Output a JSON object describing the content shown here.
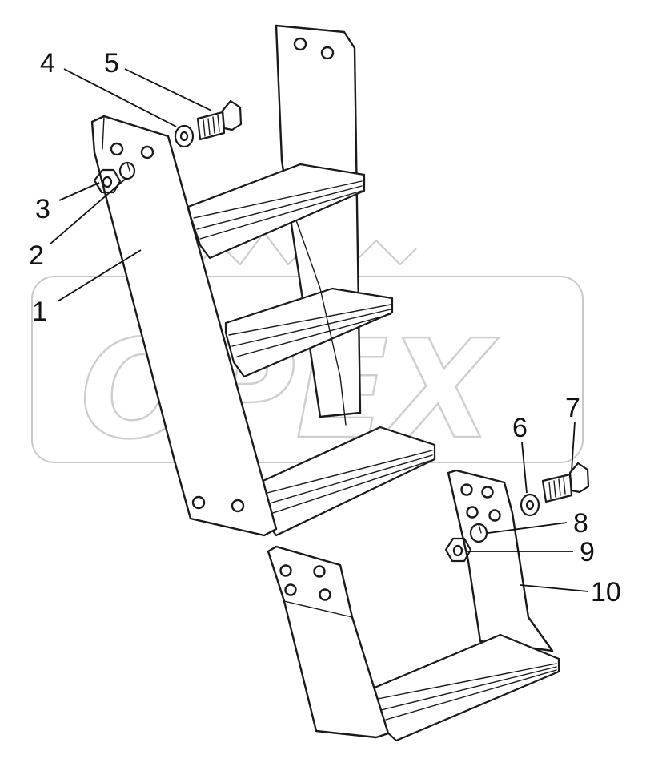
{
  "watermark": {
    "text": "OPEX"
  },
  "callouts": [
    {
      "id": "1",
      "label": "1"
    },
    {
      "id": "2",
      "label": "2"
    },
    {
      "id": "3",
      "label": "3"
    },
    {
      "id": "4",
      "label": "4"
    },
    {
      "id": "5",
      "label": "5"
    },
    {
      "id": "6",
      "label": "6"
    },
    {
      "id": "7",
      "label": "7"
    },
    {
      "id": "8",
      "label": "8"
    },
    {
      "id": "9",
      "label": "9"
    },
    {
      "id": "10",
      "label": "10"
    }
  ],
  "colors": {
    "line": "#1a1a1a",
    "watermark": "#c9c9c9",
    "background": "#ffffff"
  }
}
